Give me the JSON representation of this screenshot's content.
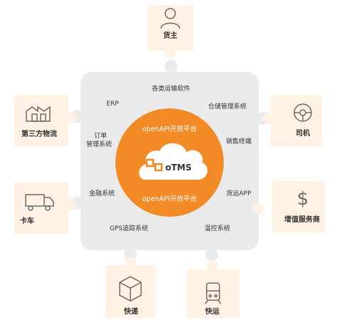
{
  "center": {
    "logo_text": "oTMS",
    "top_label": "openAPI开放平台",
    "bottom_label": "openAPI开放平台"
  },
  "inner_labels": {
    "top": "各类运输软件",
    "erp": "ERP",
    "warehouse": "仓储管理系统",
    "order": [
      "订单",
      "管理系统"
    ],
    "sales": "销售终端",
    "finance": "金融系统",
    "freight_app": "货运APP",
    "gps": "GPS追踪系统",
    "temp": "温控系统"
  },
  "partners": {
    "shipper": "货主",
    "third_party": "第三方物流",
    "driver": "司机",
    "truck": "卡车",
    "value_added": "增值服务商",
    "express": "快递",
    "fast_transport": "快运"
  },
  "colors": {
    "orange": "#F28A26",
    "center_gray": "#EBEBEB",
    "tile": "#FFF1E3",
    "icon": "#6B6B6B",
    "text": "#333333"
  }
}
